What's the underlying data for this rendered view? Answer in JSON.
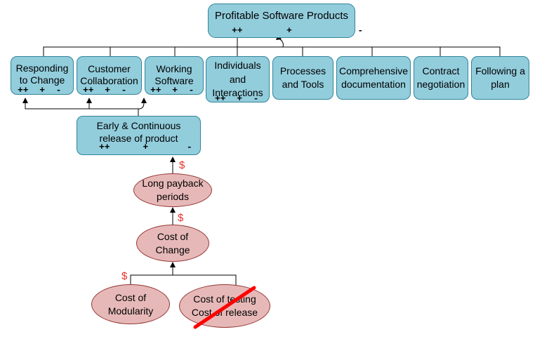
{
  "colors": {
    "goal_fill": "#92cddc",
    "goal_border": "#31849b",
    "cause_fill": "#e6b9b8",
    "cause_border": "#953735",
    "dollar": "#e4312a",
    "strike": "#ff0000"
  },
  "root": {
    "line1": "Profitable Software Products",
    "marks": "++        +            -"
  },
  "values": [
    {
      "line1": "Responding",
      "line2": "to Change",
      "marks": "++  +  -"
    },
    {
      "line1": "Customer",
      "line2": "Collaboration",
      "marks": "++  +  -"
    },
    {
      "line1": "Working",
      "line2": "Software",
      "marks": "++  +  -"
    },
    {
      "line1": "Individuals",
      "line2": "and",
      "line3": "Interactions",
      "marks": "++  +  -"
    },
    {
      "line1": "Processes",
      "line2": "and Tools"
    },
    {
      "line1": "Comprehensive",
      "line2": "documentation"
    },
    {
      "line1": "Contract",
      "line2": "negotiation"
    },
    {
      "line1": "Following a",
      "line2": "plan"
    }
  ],
  "release": {
    "line1": "Early & Continuous",
    "line2": "release of product",
    "marks": "++      +       -"
  },
  "causes": {
    "payback": {
      "line1": "Long payback",
      "line2": "periods"
    },
    "change": {
      "line1": "Cost of",
      "line2": "Change"
    },
    "modularity": {
      "line1": "Cost of",
      "line2": "Modularity"
    },
    "testing": {
      "line1": "Cost of testing",
      "line2": "Cost of release",
      "struck_out": true
    }
  },
  "cost_marker": "$"
}
